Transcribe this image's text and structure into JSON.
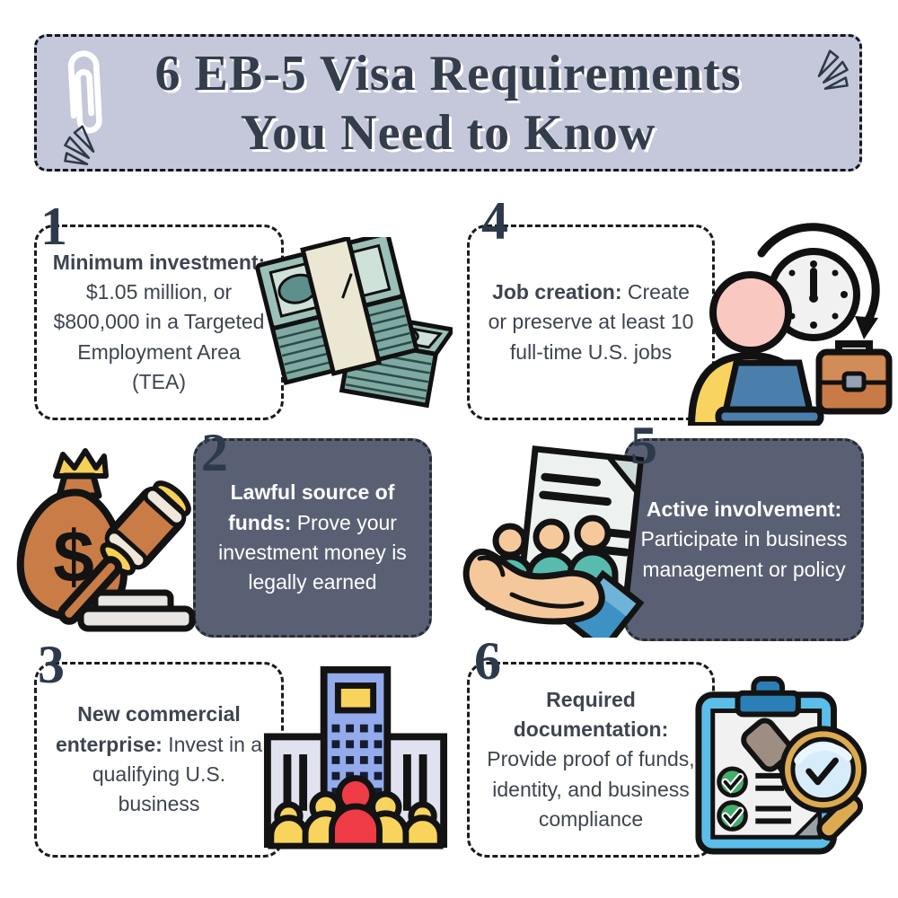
{
  "header": {
    "title_line1": "6 EB-5 Visa Requirements",
    "title_line2": "You Need to Know",
    "bg_color": "#c5c8da",
    "title_color": "#333d4b"
  },
  "colors": {
    "page_bg": "#ffffff",
    "light_card_bg": "#ffffff",
    "dark_card_bg": "#596073",
    "light_card_text": "#3e4450",
    "dark_card_text": "#ffffff",
    "number_color": "#2d3a4c",
    "dashed_border": "#1b1b1b"
  },
  "cards": [
    {
      "number": "1",
      "lead": "Minimum investment:",
      "rest": " $1.05 million, or $800,000 in a Targeted Employment Area (TEA)",
      "icon": "money-stacks-icon",
      "variant": "light",
      "icon_side": "right"
    },
    {
      "number": "4",
      "lead": "Job creation:",
      "rest": " Create or preserve at least 10 full-time U.S. jobs",
      "icon": "worker-clock-briefcase-icon",
      "variant": "light",
      "icon_side": "right"
    },
    {
      "number": "2",
      "lead": "Lawful source of funds:",
      "rest": " Prove your investment money is legally earned",
      "icon": "money-bag-gavel-icon",
      "variant": "dark",
      "icon_side": "left"
    },
    {
      "number": "5",
      "lead": "Active involvement:",
      "rest": " Participate in business management or policy",
      "icon": "hand-people-document-icon",
      "variant": "dark",
      "icon_side": "left"
    },
    {
      "number": "3",
      "lead": "New commercial enterprise:",
      "rest": " Invest in a qualifying U.S. business",
      "icon": "building-people-icon",
      "variant": "light",
      "icon_side": "right"
    },
    {
      "number": "6",
      "lead": "Required documentation:",
      "rest": " Provide proof of funds, identity, and business compliance",
      "icon": "clipboard-magnifier-icon",
      "variant": "light",
      "icon_side": "right"
    }
  ]
}
